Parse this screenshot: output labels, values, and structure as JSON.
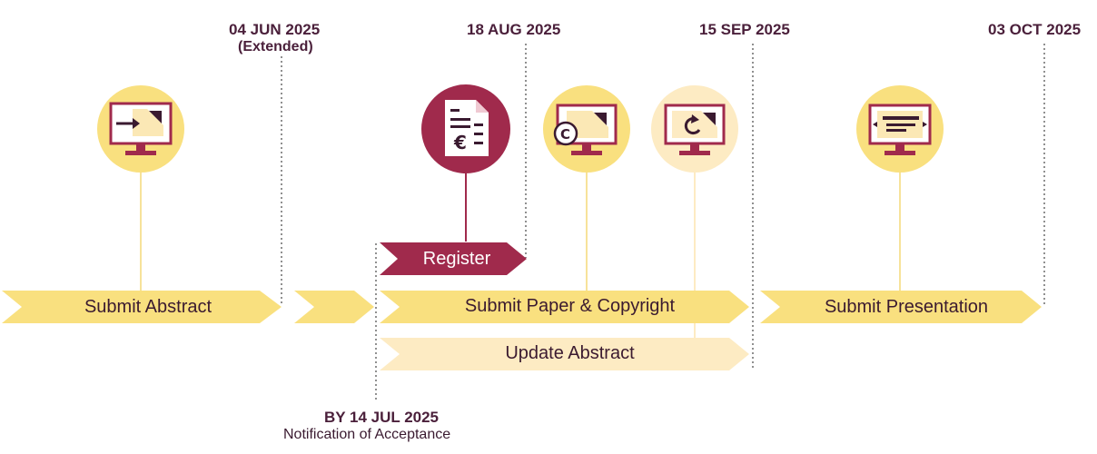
{
  "dates": {
    "jun": "04 JUN 2025",
    "jun_note": "(Extended)",
    "aug": "18 AUG 2025",
    "sep": "15 SEP 2025",
    "oct": "03 OCT 2025",
    "jul": "BY 14 JUL 2025",
    "jul_note": "Notification of Acceptance"
  },
  "steps": {
    "submit_abstract": "Submit Abstract",
    "register": "Register",
    "submit_paper": "Submit Paper & Copyright",
    "update_abstract": "Update Abstract",
    "submit_presentation": "Submit Presentation"
  },
  "icons": {
    "abstract": "monitor-submit-icon",
    "register": "invoice-euro-icon",
    "copyright": "monitor-copyright-icon",
    "update": "monitor-refresh-icon",
    "presentation": "monitor-presentation-icon"
  },
  "colors": {
    "maroon": "#a02a4c",
    "dark": "#4a1f3a",
    "yellow": "#f9e07f",
    "light_yellow": "#fdebc3",
    "line": "#f7e29a"
  }
}
